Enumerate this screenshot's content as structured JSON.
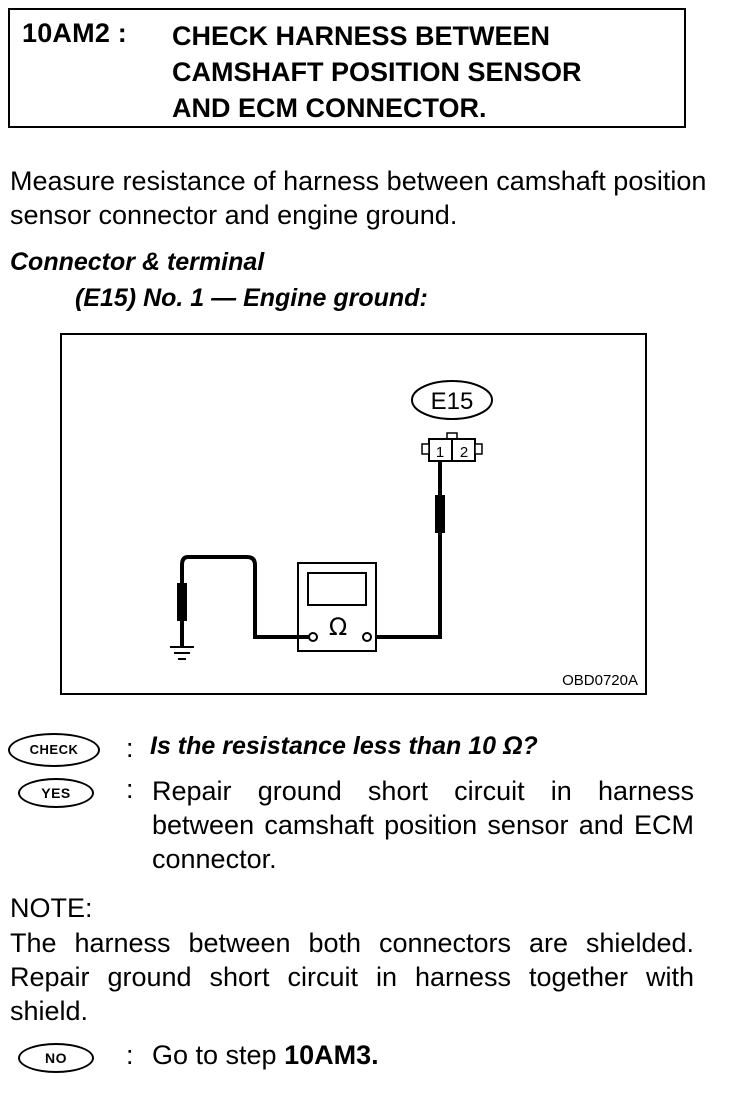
{
  "step": {
    "id": "10AM2 :",
    "title_lines": [
      "CHECK HARNESS BETWEEN",
      "CAMSHAFT POSITION SENSOR",
      "AND ECM CONNECTOR."
    ]
  },
  "instruction": "Measure resistance of harness between camshaft position sensor connector and engine ground.",
  "connector": {
    "heading": "Connector & terminal",
    "spec": "(E15) No. 1 — Engine ground:"
  },
  "diagram": {
    "connector_label": "E15",
    "pin1": "1",
    "pin2": "2",
    "meter_symbol": "Ω",
    "figure_code": "OBD0720A"
  },
  "check": {
    "icon_label": "CHECK",
    "separator": ":",
    "question": "Is the resistance less than 10 Ω?"
  },
  "yes": {
    "icon_label": "YES",
    "separator": ":",
    "text": "Repair ground short circuit in harness between camshaft position sensor and ECM connector."
  },
  "note": {
    "heading": "NOTE:",
    "text": "The harness between both connectors are shielded. Repair ground short circuit in harness together with shield."
  },
  "no": {
    "icon_label": "NO",
    "separator": ":",
    "text_prefix": "Go to step ",
    "step_ref": "10AM3."
  }
}
